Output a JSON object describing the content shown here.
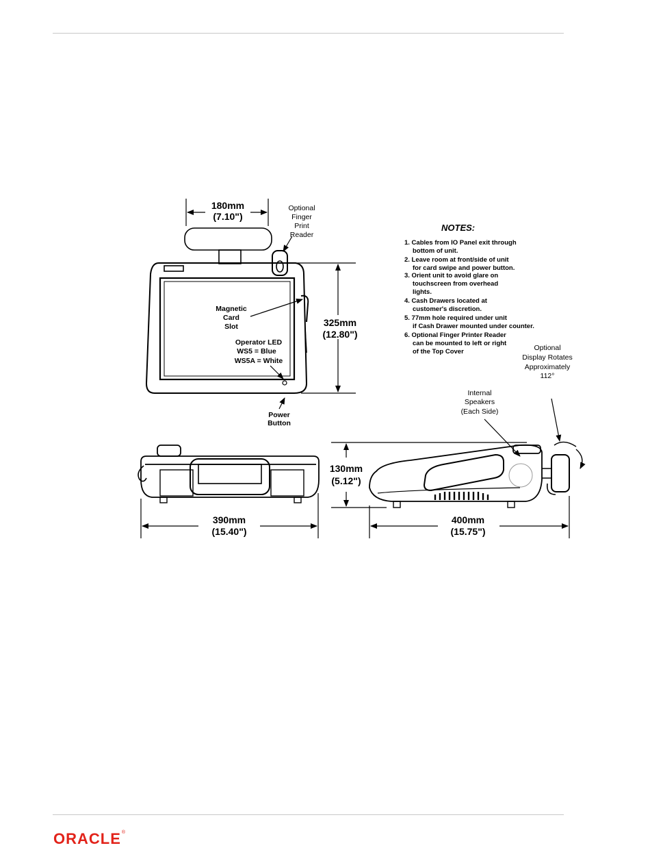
{
  "page": {
    "footer_logo": "ORACLE",
    "footer_logo_mark": "®"
  },
  "front_view": {
    "width_top": {
      "mm": "180mm",
      "in": "(7.10\")"
    },
    "height": {
      "mm": "325mm",
      "in": "(12.80\")"
    },
    "finger_reader": [
      "Optional",
      "Finger",
      "Print",
      "Reader"
    ],
    "card_slot": [
      "Magnetic",
      "Card",
      "Slot"
    ],
    "operator_led": [
      "Operator LED",
      "WS5 = Blue",
      "WS5A = White"
    ],
    "power_button": [
      "Power",
      "Button"
    ]
  },
  "notes": {
    "heading": "NOTES:",
    "items": [
      [
        "1. Cables from IO Panel exit through",
        "bottom of unit."
      ],
      [
        "2. Leave room at front/side of unit",
        "for card swipe and power button."
      ],
      [
        "3. Orient unit to avoid glare on",
        "touchscreen from overhead",
        "lights."
      ],
      [
        "4. Cash Drawers located at",
        "customer's discretion."
      ],
      [
        "5. 77mm hole required under unit",
        "if Cash Drawer mounted under counter."
      ],
      [
        "6. Optional Finger Printer Reader",
        "can be mounted to left or right",
        "of the Top Cover"
      ]
    ]
  },
  "side_view": {
    "display_rotates": [
      "Optional",
      "Display Rotates",
      "Approximately",
      "112°"
    ],
    "speakers": [
      "Internal",
      "Speakers",
      "(Each Side)"
    ],
    "height": {
      "mm": "130mm",
      "in": "(5.12\")"
    },
    "depth": {
      "mm": "400mm",
      "in": "(15.75\")"
    }
  },
  "bottom_view": {
    "width": {
      "mm": "390mm",
      "in": "(15.40\")"
    }
  }
}
